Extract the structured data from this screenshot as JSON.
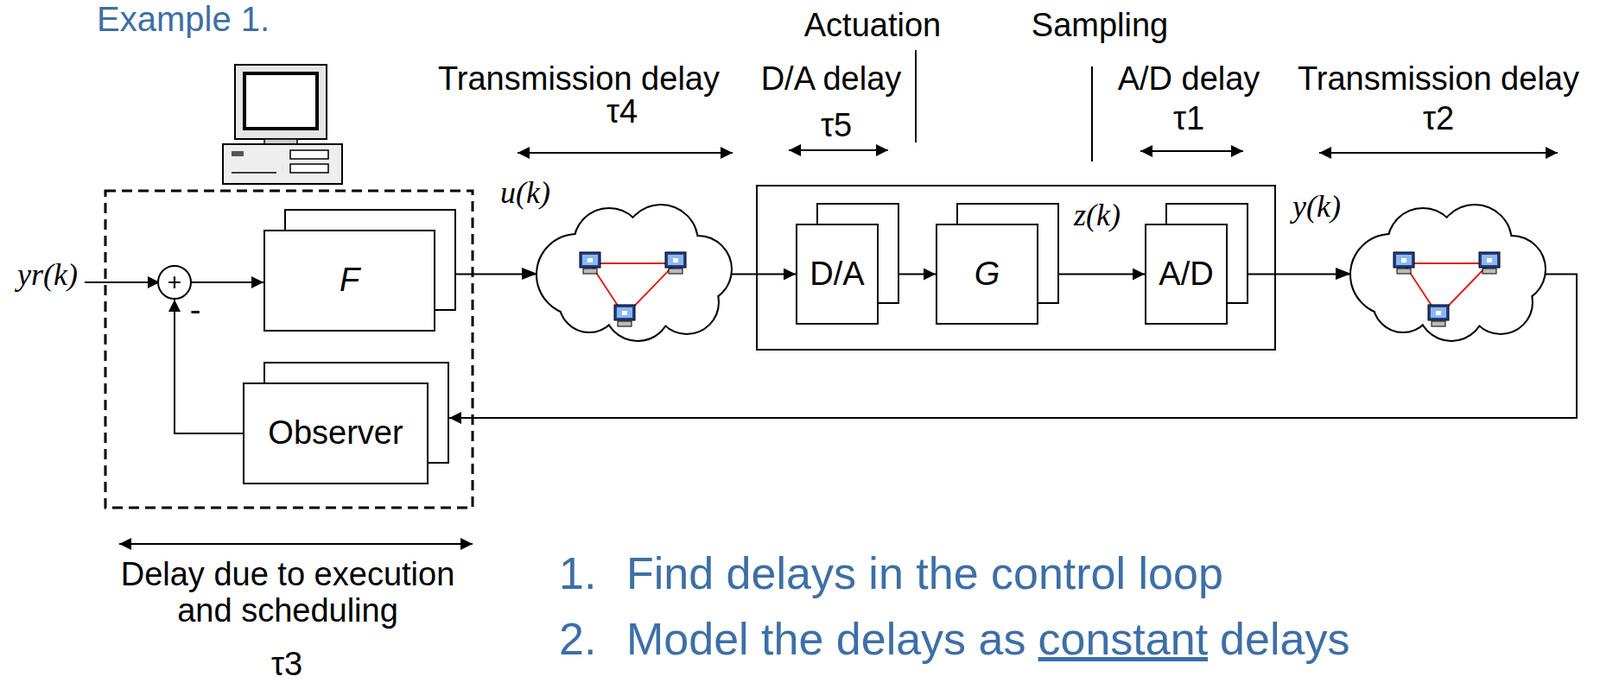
{
  "diagram": {
    "title": "Example 1.",
    "nodes": [
      {
        "text": [
          "+"
        ]
      },
      {
        "text": [
          "F"
        ]
      },
      {
        "text": [
          "Observer"
        ]
      },
      {
        "text": [
          "D/A"
        ]
      },
      {
        "text": [
          "G"
        ]
      },
      {
        "text": [
          "A/D"
        ]
      }
    ],
    "edges": [
      {
        "from": 0,
        "to": 1,
        "arrow": "to"
      },
      {
        "from": 1,
        "to": 3,
        "label": "u(k)",
        "arrow": "to"
      },
      {
        "from": 3,
        "to": 4,
        "arrow": "to"
      },
      {
        "from": 4,
        "to": 5,
        "label": "z(k)",
        "arrow": "to"
      },
      {
        "from": 5,
        "to": 2,
        "label": "y(k)",
        "arrow": "to"
      },
      {
        "from": 2,
        "to": 0,
        "arrow": "to"
      }
    ],
    "labels": [
      "Actuation",
      "Sampling",
      "Transmission delay",
      "τ4",
      "D/A delay",
      "τ5",
      "A/D delay",
      "τ1",
      "Transmission delay",
      "τ2",
      "yr(k)",
      "-",
      "Delay due to execution and scheduling",
      "τ3",
      "1.",
      "Find delays in the control loop",
      "2.",
      "Model the delays as",
      "constant",
      "delays"
    ]
  }
}
